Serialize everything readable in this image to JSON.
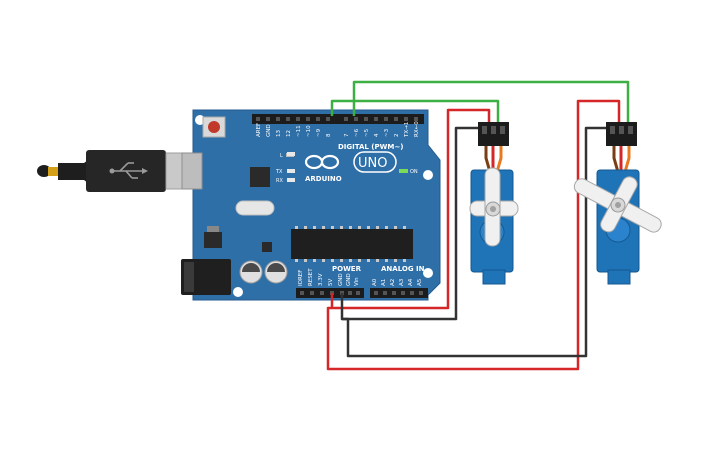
{
  "board": {
    "digital_label": "DIGITAL (PWM~)",
    "power_label": "POWER",
    "analog_label": "ANALOG IN",
    "brand": "ARDUINO",
    "model": "UNO",
    "on_label": "ON",
    "led_l": "L",
    "led_tx": "TX",
    "led_rx": "RX",
    "digital_pins": [
      "AREF",
      "GND",
      "13",
      "12",
      "~11",
      "~10",
      "~9",
      "8",
      "7",
      "~6",
      "~5",
      "4",
      "~3",
      "2",
      "TX→1",
      "RX←0"
    ],
    "power_pins": [
      "IOREF",
      "RESET",
      "3.3V",
      "5V",
      "GND",
      "GND",
      "Vin"
    ],
    "analog_pins": [
      "A0",
      "A1",
      "A2",
      "A3",
      "A4",
      "A5"
    ]
  },
  "colors": {
    "board": "#2f6fa8",
    "servo": "#1f73b7",
    "wire_red": "#d62728",
    "wire_black": "#333333",
    "wire_green": "#3cb043",
    "wire_orange": "#e8791f",
    "wire_brown": "#7a3e12"
  }
}
